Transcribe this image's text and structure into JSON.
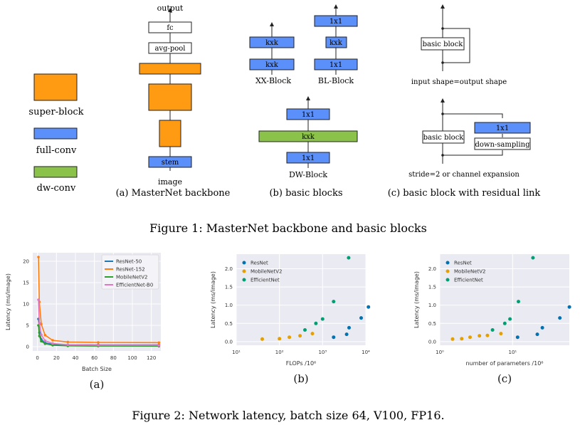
{
  "figure1": {
    "caption": "Figure 1: MasterNet backbone and basic blocks",
    "legend": [
      {
        "label": "super-block",
        "color": "#ff9b12"
      },
      {
        "label": "full-conv",
        "color": "#5b8ff9"
      },
      {
        "label": "dw-conv",
        "color": "#8bc34a"
      }
    ],
    "panel_a": {
      "caption": "(a) MasterNet backbone",
      "output_label": "output",
      "fc_label": "fc",
      "avgpool_label": "avg-pool",
      "stem_label": "stem",
      "image_label": "image"
    },
    "panel_b": {
      "caption": "(b) basic blocks",
      "xx_block": {
        "name": "XX-Block",
        "labels": [
          "kxk",
          "kxk"
        ]
      },
      "bl_block": {
        "name": "BL-Block",
        "labels": [
          "1x1",
          "kxk",
          "1x1"
        ]
      },
      "dw_block": {
        "name": "DW-Block",
        "labels": [
          "1x1",
          "kxk",
          "1x1"
        ]
      }
    },
    "panel_c": {
      "caption": "(c) basic block with residual link",
      "top_block_label": "basic block",
      "top_note": "input shape=output shape",
      "bottom_block_label": "basic block",
      "bottom_conv_label": "1x1",
      "bottom_downsample_label": "down-sampling",
      "bottom_note": "stride=2 or channel expansion"
    }
  },
  "figure2": {
    "caption": "Figure 2: Network latency, batch size 64, V100, FP16.",
    "colors": {
      "ResNet": "#0072b2",
      "MobileNetV2": "#e69f00",
      "EfficientNet": "#009e73",
      "ResNet-50": "#1f77b4",
      "ResNet-152": "#ff7f0e",
      "MobileNetV2-line": "#2ca02c",
      "EfficientNet-B0": "#e377c2"
    }
  },
  "chart_data": [
    {
      "type": "line",
      "sub_label": "(a)",
      "xlabel": "Batch Size",
      "ylabel": "Latency (ms/image)",
      "xlim": [
        -5,
        130
      ],
      "ylim": [
        -1,
        22
      ],
      "x_ticks": [
        0,
        20,
        40,
        60,
        80,
        100,
        120
      ],
      "y_ticks": [
        0,
        5,
        10,
        15,
        20
      ],
      "legend_position": "top-right",
      "grid": true,
      "x": [
        1,
        2,
        4,
        8,
        16,
        32,
        64,
        128
      ],
      "series": [
        {
          "name": "ResNet-50",
          "values": [
            6.5,
            3.3,
            1.7,
            0.9,
            0.55,
            0.45,
            0.42,
            0.41
          ]
        },
        {
          "name": "ResNet-152",
          "values": [
            21.0,
            10.5,
            5.3,
            2.7,
            1.5,
            1.1,
            1.0,
            0.95
          ]
        },
        {
          "name": "MobileNetV2",
          "values": [
            5.0,
            2.5,
            1.3,
            0.7,
            0.35,
            0.2,
            0.15,
            0.13
          ]
        },
        {
          "name": "EfficientNet-B0",
          "values": [
            11.0,
            5.5,
            2.8,
            1.4,
            0.75,
            0.45,
            0.35,
            0.32
          ]
        }
      ]
    },
    {
      "type": "scatter",
      "sub_label": "(b)",
      "xlabel": "FLOPs /10⁶",
      "ylabel": "Latency (ms/image)",
      "x_scale": "log",
      "xlim": [
        10,
        10000
      ],
      "ylim": [
        -0.1,
        2.4
      ],
      "x_ticks": [
        10,
        100,
        1000,
        10000
      ],
      "x_tick_labels": [
        "10¹",
        "10²",
        "10³",
        "10⁴"
      ],
      "y_ticks": [
        0.0,
        0.5,
        1.0,
        1.5,
        2.0
      ],
      "y_tick_labels": [
        "0.0",
        "0.5",
        "1.0",
        "1.5",
        "2.0"
      ],
      "legend_position": "top-left",
      "grid": true,
      "series": [
        {
          "name": "ResNet",
          "points": [
            [
              1800,
              0.12
            ],
            [
              3600,
              0.2
            ],
            [
              4100,
              0.38
            ],
            [
              7800,
              0.65
            ],
            [
              11500,
              0.95
            ]
          ]
        },
        {
          "name": "MobileNetV2",
          "points": [
            [
              40,
              0.07
            ],
            [
              100,
              0.08
            ],
            [
              170,
              0.12
            ],
            [
              300,
              0.16
            ],
            [
              580,
              0.22
            ]
          ]
        },
        {
          "name": "EfficientNet",
          "points": [
            [
              390,
              0.32
            ],
            [
              700,
              0.5
            ],
            [
              1000,
              0.62
            ],
            [
              1800,
              1.1
            ],
            [
              4000,
              2.3
            ]
          ]
        }
      ]
    },
    {
      "type": "scatter",
      "sub_label": "(c)",
      "xlabel": "number of parameters /10⁶",
      "ylabel": "Latency (ms/image)",
      "x_scale": "log",
      "xlim": [
        1,
        60
      ],
      "ylim": [
        -0.1,
        2.4
      ],
      "x_ticks": [
        1,
        10
      ],
      "x_tick_labels": [
        "10⁰",
        "10¹"
      ],
      "y_ticks": [
        0.0,
        0.5,
        1.0,
        1.5,
        2.0
      ],
      "y_tick_labels": [
        "0.0",
        "0.5",
        "1.0",
        "1.5",
        "2.0"
      ],
      "legend_position": "top-left",
      "grid": true,
      "series": [
        {
          "name": "ResNet",
          "points": [
            [
              11.7,
              0.12
            ],
            [
              21.8,
              0.2
            ],
            [
              25.6,
              0.38
            ],
            [
              44.5,
              0.65
            ],
            [
              60.2,
              0.95
            ]
          ]
        },
        {
          "name": "MobileNetV2",
          "points": [
            [
              1.5,
              0.07
            ],
            [
              2.0,
              0.08
            ],
            [
              2.6,
              0.12
            ],
            [
              3.5,
              0.16
            ],
            [
              4.5,
              0.17
            ],
            [
              6.9,
              0.22
            ]
          ]
        },
        {
          "name": "EfficientNet",
          "points": [
            [
              5.3,
              0.32
            ],
            [
              7.8,
              0.5
            ],
            [
              9.2,
              0.62
            ],
            [
              12.0,
              1.1
            ],
            [
              19.0,
              2.3
            ]
          ]
        }
      ]
    }
  ]
}
